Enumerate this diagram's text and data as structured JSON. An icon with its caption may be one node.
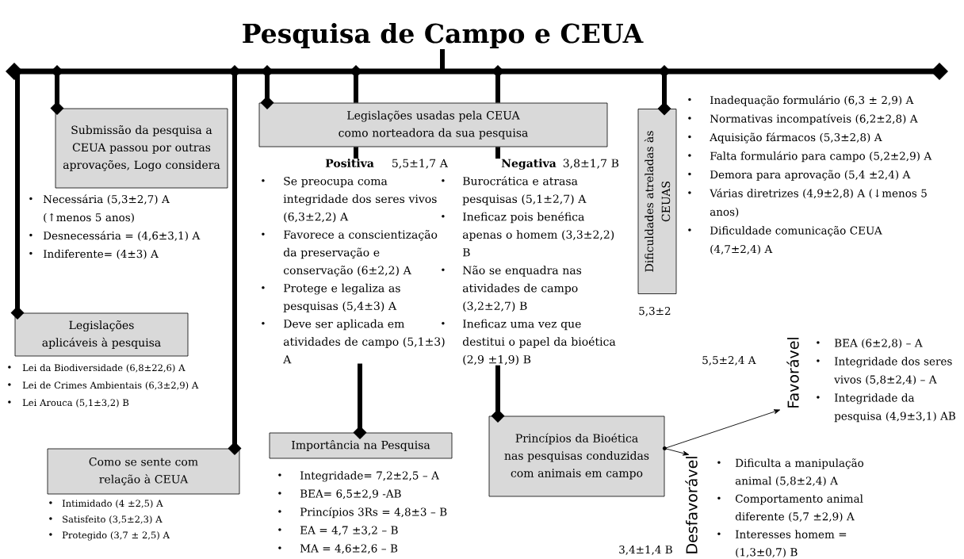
{
  "diagram": {
    "title": "Pesquisa de Campo e CEUA",
    "nodes": [
      {
        "text": [],
        "shape": "bar"
      },
      {
        "text": [
          "Submissão da pesquisa a CEUA passou por outras aprovações, Logo considera"
        ],
        "beside": [
          "Necessária (5,3±2,7) A (↑menos 5 anos)",
          "Desnecessária = (4,6±3,1) A",
          "Indiferente= (4±3) A"
        ]
      },
      {
        "text": [
          "Legislações usadas pela CEUA como norteadora da sua pesquisa"
        ]
      },
      {
        "text": [
          "Dificuldades atreladas às CEUAS"
        ],
        "beside": [
          "5,3±2",
          "Inadequação formulário (6,3 ± 2,9) A",
          "Normativas incompatíveis (6,2±2,8) A",
          "Aquisição fármacos (5,3±2,8) A",
          "Falta formulário para campo (5,2±2,9) A",
          "Demora para aprovação (5,4 ±2,4) A",
          "Várias diretrizes (4,9±2,8) A (↓menos 5 anos)",
          "Dificuldade comunicação CEUA (4,7±2,4) A"
        ]
      },
      {
        "text": [
          "Legislações aplicáveis à pesquisa"
        ],
        "beside": [
          "Lei da Biodiversidade (6,8±22,6) A",
          "Lei de Crimes Ambientais (6,3±2,9) A",
          "Lei Arouca (5,1±3,2) B"
        ]
      },
      {
        "text": [
          "Como se sente com relação à CEUA"
        ],
        "beside": [
          "Intimidado (4 ±2,5) A",
          "Satisfeito (3,5±2,3) A",
          "Protegido (3,7 ± 2,5) A"
        ]
      },
      {
        "text": [
          "Positiva",
          "5,5±1,7 A",
          "Se preocupa coma integridade dos seres vivos (6,3±2,2) A",
          "Favorece a conscientização da preservação e conservação (6±2,2) A",
          "Protege e legaliza as pesquisas (5,4±3) A",
          "Deve ser aplicada em atividades de campo (5,1±3) A"
        ]
      },
      {
        "text": [
          "Negativa",
          "3,8±1,7 B",
          "Burocrática e atrasa pesquisas (5,1±2,7) A",
          "Ineficaz pois benéfica apenas o homem (3,3±2,2) B",
          "Não se enquadra nas atividades de campo (3,2±2,7) B",
          "Ineficaz uma vez que destitui o papel da bioética (2,9 ±1,9) B"
        ]
      },
      {
        "text": [
          "Importância na Pesquisa"
        ],
        "beside": [
          "Integridade= 7,2±2,5 – A",
          "BEA= 6,5±2,9 -AB",
          "Princípios 3Rs = 4,8±3 – B",
          "EA = 4,7 ±3,2 – B",
          "MA = 4,6±2,6 – B"
        ]
      },
      {
        "text": [
          "Princípios da Bioética nas pesquisas conduzidas com animais em campo"
        ]
      },
      {
        "text": [
          "Favorável"
        ],
        "beside": [
          "5,5±2,4 A",
          "BEA (6±2,8) – A",
          "Integridade dos seres vivos (5,8±2,4) – A",
          "Integridade da pesquisa (4,9±3,1) AB"
        ]
      },
      {
        "text": [
          "Desfavorável"
        ],
        "beside": [
          "3,4±1,4 B",
          "Dificulta a manipulação animal (5,8±2,4) A",
          "Comportamento animal diferente (5,7 ±2,9) A",
          "Interesses homem = (1,3±0,7) B"
        ]
      }
    ],
    "edges": [
      {
        "from": 0,
        "to": 1,
        "arrow": "other"
      },
      {
        "from": 0,
        "to": 4,
        "arrow": "other"
      },
      {
        "from": 0,
        "to": 5,
        "arrow": "other"
      },
      {
        "from": 0,
        "to": 2,
        "arrow": "other"
      },
      {
        "from": 0,
        "to": 2,
        "arrow": "none"
      },
      {
        "from": 0,
        "to": 2,
        "arrow": "none"
      },
      {
        "from": 2,
        "to": 6,
        "arrow": "none"
      },
      {
        "from": 2,
        "to": 7,
        "arrow": "none"
      },
      {
        "from": 0,
        "to": 3,
        "arrow": "other"
      },
      {
        "from": 6,
        "to": 8,
        "arrow": "other"
      },
      {
        "from": 7,
        "to": 9,
        "arrow": "other"
      },
      {
        "from": 9,
        "to": 10,
        "arrow": "to"
      },
      {
        "from": 9,
        "to": 11,
        "arrow": "to"
      }
    ]
  }
}
